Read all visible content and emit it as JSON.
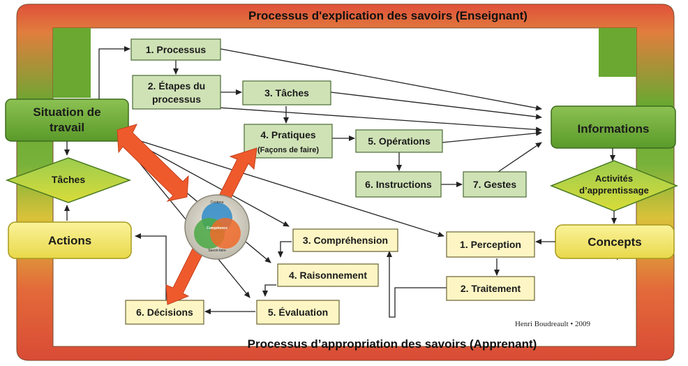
{
  "banners": {
    "top": "Processus d'explication des savoirs (Enseignant)",
    "bottom": "Processus d’appropriation des savoirs (Apprenant)"
  },
  "left": {
    "situation_line1": "Situation de",
    "situation_line2": "travail",
    "taches": "Tâches",
    "actions": "Actions"
  },
  "right": {
    "informations": "Informations",
    "activites_line1": "Activités",
    "activites_line2": "d’apprentissage",
    "concepts": "Concepts"
  },
  "green_boxes": {
    "processus": "1. Processus",
    "etapes_line1": "2. Étapes du",
    "etapes_line2": "processus",
    "taches": "3. Tâches",
    "pratiques_line1": "4. Pratiques",
    "pratiques_line2": "(Façons de faire)",
    "operations": "5. Opérations",
    "instructions": "6. Instructions",
    "gestes": "7. Gestes"
  },
  "yellow_boxes": {
    "comprehension": "3. Compréhension",
    "raisonnement": "4. Raisonnement",
    "evaluation": "5. Évaluation",
    "decisions": "6. Décisions",
    "perception": "1. Perception",
    "traitement": "2. Traitement"
  },
  "venn": {
    "top": "Contenu",
    "center": "Compétence",
    "bottom": "Savoir-faire"
  },
  "credit": "Henri Boudreault • 2009",
  "colors": {
    "frame_top": "#6aa832",
    "frame_bottom": "#e0503a",
    "green_box_fill": "#cfe2b6",
    "yellow_box_fill": "#fdf6c4",
    "orange_arrow": "#ef5a2d"
  }
}
